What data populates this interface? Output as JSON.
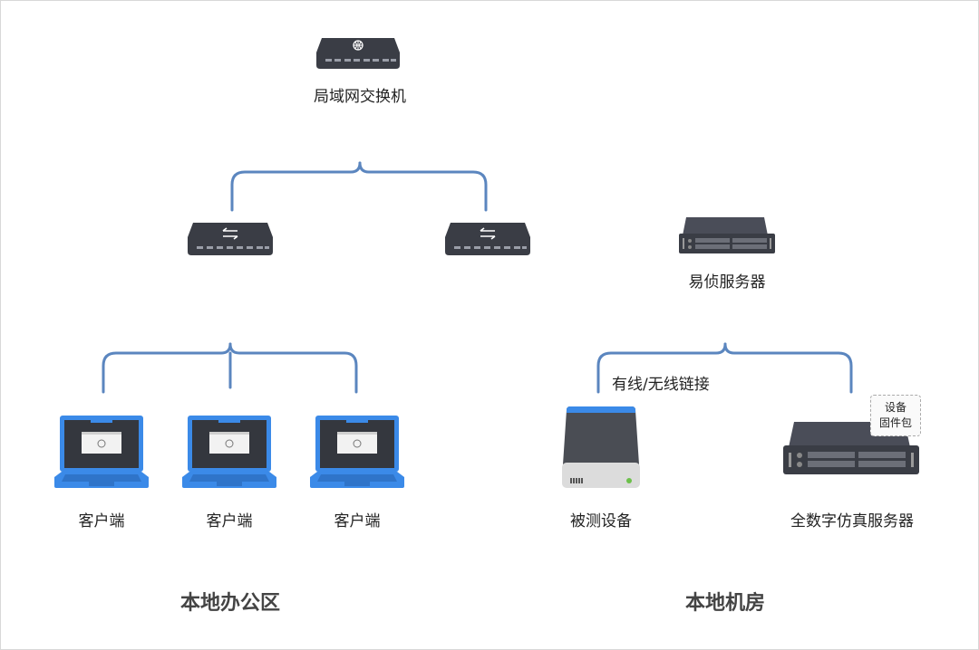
{
  "nodes": {
    "lan_switch": {
      "label": "局域网交换机",
      "icon": "globe-switch-icon"
    },
    "switch_left": {
      "icon": "arrows-switch-icon"
    },
    "switch_right": {
      "icon": "arrows-switch-icon"
    },
    "yizhen_server": {
      "label": "易侦服务器",
      "icon": "rack-server-icon"
    },
    "clients": [
      {
        "label": "客户端",
        "icon": "laptop-icon"
      },
      {
        "label": "客户端",
        "icon": "laptop-icon"
      },
      {
        "label": "客户端",
        "icon": "laptop-icon"
      }
    ],
    "device_under_test": {
      "label": "被测设备",
      "icon": "drive-icon"
    },
    "sim_server": {
      "label": "全数字仿真服务器",
      "icon": "rack-server-icon"
    }
  },
  "badge": {
    "line1": "设备",
    "line2": "固件包"
  },
  "link_label": "有线/无线链接",
  "regions": {
    "office": "本地办公区",
    "machine_room": "本地机房"
  },
  "colors": {
    "device_dark": "#3a3d45",
    "laptop_blue": "#3b8ae8",
    "line_blue": "#5b86bf",
    "line_dark": "#3b3f48"
  }
}
